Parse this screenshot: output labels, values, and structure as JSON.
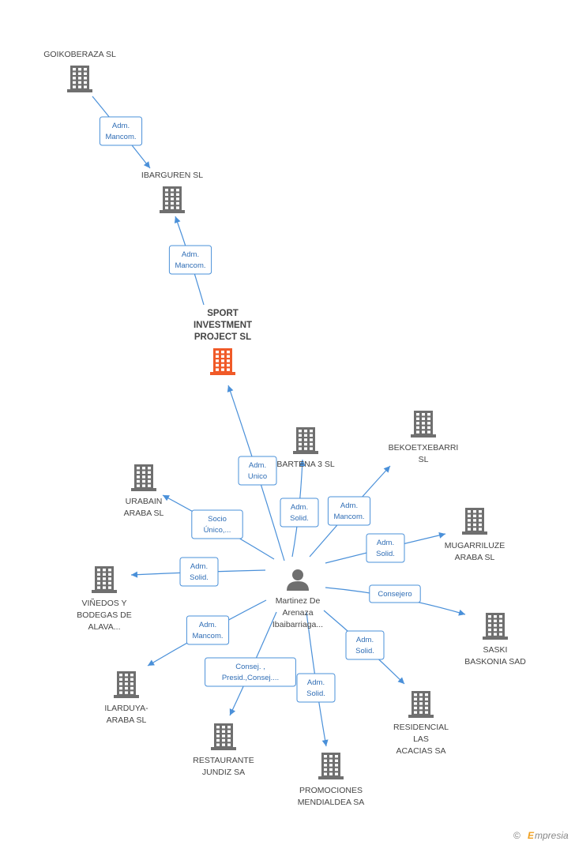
{
  "nodes": {
    "goikoberaza": {
      "lines": [
        "GOIKOBERAZA SL"
      ],
      "icon": "building-icon",
      "color": "#6f6f6f"
    },
    "ibarguren": {
      "lines": [
        "IBARGUREN SL"
      ],
      "icon": "building-icon",
      "color": "#6f6f6f"
    },
    "sport": {
      "lines": [
        "SPORT",
        "INVESTMENT",
        "PROJECT SL"
      ],
      "icon": "building-icon",
      "color": "#f05a28"
    },
    "bartena": {
      "lines": [
        "BARTENA 3 SL"
      ],
      "icon": "building-icon",
      "color": "#6f6f6f"
    },
    "bekoetxebarri": {
      "lines": [
        "BEKOETXEBARRI",
        "SL"
      ],
      "icon": "building-icon",
      "color": "#6f6f6f"
    },
    "urabain": {
      "lines": [
        "URABAIN",
        "ARABA SL"
      ],
      "icon": "building-icon",
      "color": "#6f6f6f"
    },
    "mugarriluze": {
      "lines": [
        "MUGARRILUZE",
        "ARABA SL"
      ],
      "icon": "building-icon",
      "color": "#6f6f6f"
    },
    "vinedos": {
      "lines": [
        "VIÑEDOS Y",
        "BODEGAS DE",
        "ALAVA..."
      ],
      "icon": "building-icon",
      "color": "#6f6f6f"
    },
    "saski": {
      "lines": [
        "SASKI",
        "BASKONIA SAD"
      ],
      "icon": "building-icon",
      "color": "#6f6f6f"
    },
    "ilarduya": {
      "lines": [
        "ILARDUYA-",
        "ARABA  SL"
      ],
      "icon": "building-icon",
      "color": "#6f6f6f"
    },
    "restaurante": {
      "lines": [
        "RESTAURANTE",
        "JUNDIZ SA"
      ],
      "icon": "building-icon",
      "color": "#6f6f6f"
    },
    "promociones": {
      "lines": [
        "PROMOCIONES",
        "MENDIALDEA SA"
      ],
      "icon": "building-icon",
      "color": "#6f6f6f"
    },
    "residencial": {
      "lines": [
        "RESIDENCIAL",
        "LAS",
        "ACACIAS SA"
      ],
      "icon": "building-icon",
      "color": "#6f6f6f"
    },
    "person": {
      "lines": [
        "Martinez De",
        "Arenaza",
        "Ibaibarriaga..."
      ],
      "icon": "person-icon",
      "color": "#6f6f6f"
    }
  },
  "edges": [
    {
      "id": "goiko-ibarguren",
      "role": [
        "Adm.",
        "Mancom."
      ]
    },
    {
      "id": "sport-ibarguren",
      "role": [
        "Adm.",
        "Mancom."
      ]
    },
    {
      "id": "person-sport",
      "role": [
        "Adm.",
        "Unico"
      ]
    },
    {
      "id": "person-bartena",
      "role": [
        "Adm.",
        "Solid."
      ]
    },
    {
      "id": "person-bekoetxebarri",
      "role": [
        "Adm.",
        "Mancom."
      ]
    },
    {
      "id": "person-urabain",
      "role": [
        "Socio",
        "Único,..."
      ]
    },
    {
      "id": "person-mugarriluze",
      "role": [
        "Adm.",
        "Solid."
      ]
    },
    {
      "id": "person-vinedos",
      "role": [
        "Adm.",
        "Solid."
      ]
    },
    {
      "id": "person-saski",
      "role": [
        "Consejero"
      ]
    },
    {
      "id": "person-ilarduya",
      "role": [
        "Adm.",
        "Mancom."
      ]
    },
    {
      "id": "person-restaurante",
      "role": [
        "Consej. ,",
        "Presid.,Consej...."
      ]
    },
    {
      "id": "person-promociones",
      "role": [
        "Adm.",
        "Solid."
      ]
    },
    {
      "id": "person-residencial",
      "role": [
        "Adm.",
        "Solid."
      ]
    }
  ],
  "footer": {
    "copyright": "©",
    "brand_initial": "E",
    "brand_rest": "mpresia"
  },
  "colors": {
    "edge": "#4a90d9",
    "building": "#6f6f6f",
    "focus": "#f05a28"
  }
}
